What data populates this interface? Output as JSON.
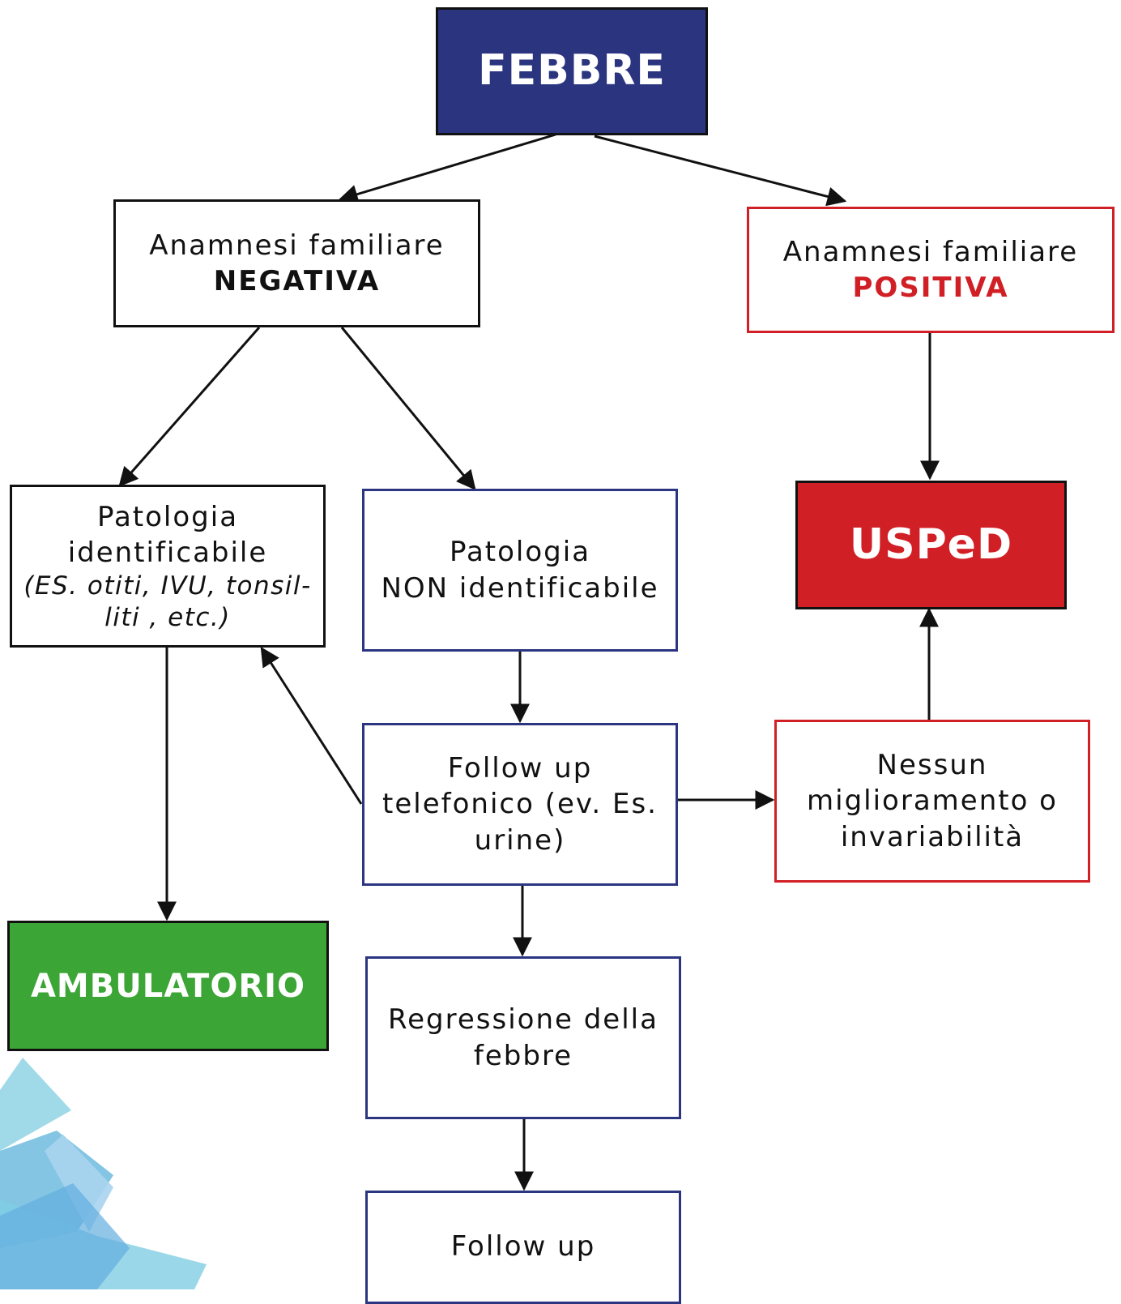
{
  "colors": {
    "navy": "#2b357f",
    "red": "#d11f26",
    "green": "#3ba535",
    "blue_border": "#2b3580",
    "black": "#111111"
  },
  "nodes": {
    "febbre": "FEBBRE",
    "neg_line1": "Anamnesi familiare",
    "neg_line2": "NEGATIVA",
    "pos_line1": "Anamnesi familiare",
    "pos_line2": "POSITIVA",
    "ident_line1": "Patologia",
    "ident_line2": "identificabile",
    "ident_note1": "(ES. otiti, IVU, tonsil-",
    "ident_note2": "liti , etc.)",
    "nonident_line1": "Patologia",
    "nonident_line2": "NON identificabile",
    "usped": "USPeD",
    "follow_tel_line1": "Follow up",
    "follow_tel_line2": "telefonico (ev. Es.",
    "follow_tel_line3": "urine)",
    "nessun_line1": "Nessun",
    "nessun_line2": "miglioramento o",
    "nessun_line3": "invariabilità",
    "ambulatorio": "AMBULATORIO",
    "regressione_line1": "Regressione della",
    "regressione_line2": "febbre",
    "followup": "Follow up"
  }
}
